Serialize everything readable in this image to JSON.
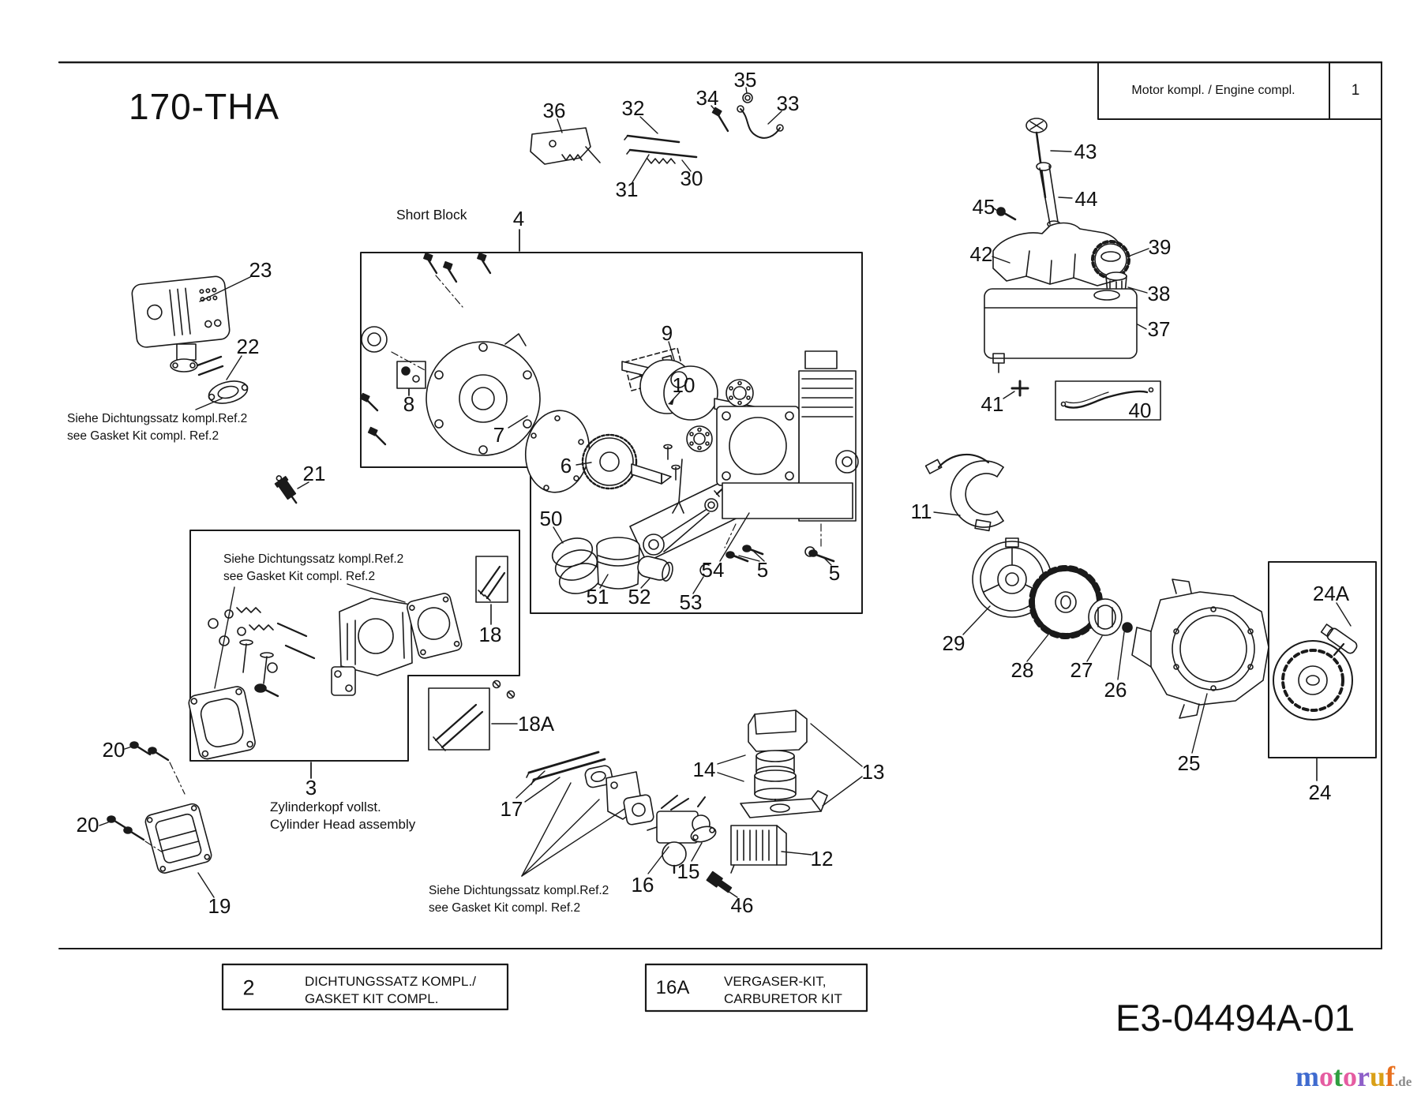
{
  "title": "170-THA",
  "header": {
    "label": "Motor kompl. / Engine compl.",
    "page": "1"
  },
  "short_block_label": "Short Block",
  "gasket_note": {
    "line1": "Siehe Dichtungssatz kompl.Ref.2",
    "line2": "see Gasket Kit compl. Ref.2"
  },
  "cylinder_head_caption": {
    "line1": "Zylinderkopf vollst.",
    "line2": "Cylinder Head assembly"
  },
  "legend": {
    "gasket_kit": {
      "ref": "2",
      "line1": "DICHTUNGSSATZ KOMPL./",
      "line2": "GASKET KIT COMPL."
    },
    "carburetor_kit": {
      "ref": "16A",
      "line1": "VERGASER-KIT,",
      "line2": "CARBURETOR KIT"
    }
  },
  "doc_code": "E3-04494A-01",
  "logo": {
    "letters": [
      {
        "ch": "m",
        "color": "#3f6bcf"
      },
      {
        "ch": "o",
        "color": "#e55ca1"
      },
      {
        "ch": "t",
        "color": "#2f9e3f"
      },
      {
        "ch": "o",
        "color": "#e55ca1"
      },
      {
        "ch": "r",
        "color": "#8e5fc8"
      },
      {
        "ch": "u",
        "color": "#d9a017"
      },
      {
        "ch": "f",
        "color": "#e8701e"
      }
    ],
    "suffix": ".de",
    "suffix_color": "#8a8a8a"
  },
  "labels": {
    "p3": "3",
    "p4": "4",
    "p5a": "5",
    "p5b": "5",
    "p6": "6",
    "p7": "7",
    "p8": "8",
    "p9": "9",
    "p10": "10",
    "p11": "11",
    "p12": "12",
    "p13": "13",
    "p14": "14",
    "p15": "15",
    "p16": "16",
    "p17": "17",
    "p18": "18",
    "p18a": "18A",
    "p19": "19",
    "p20a": "20",
    "p20b": "20",
    "p21": "21",
    "p22": "22",
    "p23": "23",
    "p24": "24",
    "p24a": "24A",
    "p25": "25",
    "p26": "26",
    "p27": "27",
    "p28": "28",
    "p29": "29",
    "p30": "30",
    "p31": "31",
    "p32": "32",
    "p33": "33",
    "p34": "34",
    "p35": "35",
    "p36": "36",
    "p37": "37",
    "p38": "38",
    "p39": "39",
    "p40": "40",
    "p41": "41",
    "p42": "42",
    "p43": "43",
    "p44": "44",
    "p45": "45",
    "p46": "46",
    "p50": "50",
    "p51": "51",
    "p52": "52",
    "p53": "53",
    "p54": "54"
  }
}
